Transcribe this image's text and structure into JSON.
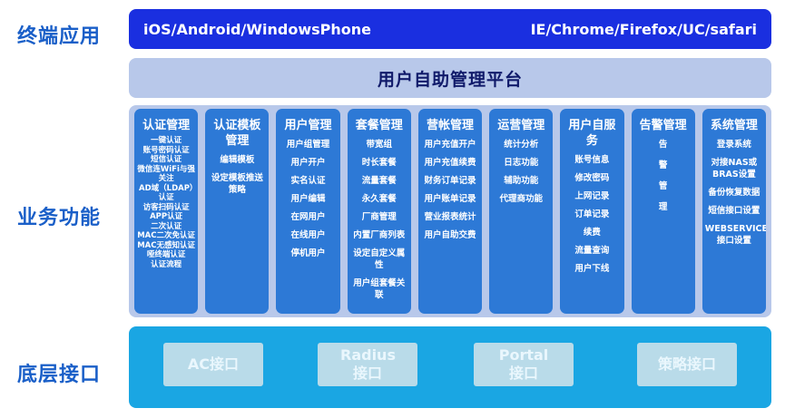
{
  "side_labels": {
    "terminal": "终端应用",
    "business": "业务功能",
    "bottom": "底层接口"
  },
  "terminal": {
    "left": "iOS/Android/WindowsPhone",
    "right": "IE/Chrome/Firefox/UC/safari"
  },
  "platform": {
    "title": "用户自助管理平台"
  },
  "modules": [
    {
      "title": "认证管理",
      "items": [
        "一键认证",
        "账号密码认证",
        "短信认证",
        "微信连WiFi与强关注",
        "AD域（LDAP）认证",
        "访客扫码认证",
        "APP认证",
        "二次认证",
        "MAC二次免认证",
        "MAC无感知认证",
        "哑终端认证",
        "认证流程"
      ]
    },
    {
      "title": "认证模板管理",
      "items": [
        "编辑模板",
        "设定模板推送策略"
      ]
    },
    {
      "title": "用户管理",
      "items": [
        "用户组管理",
        "用户开户",
        "实名认证",
        "用户编辑",
        "在网用户",
        "在线用户",
        "停机用户"
      ]
    },
    {
      "title": "套餐管理",
      "items": [
        "带宽组",
        "时长套餐",
        "流量套餐",
        "永久套餐",
        "厂商管理",
        "内置厂商列表",
        "设定自定义属性",
        "用户组套餐关联"
      ]
    },
    {
      "title": "营帐管理",
      "items": [
        "用户充值开户",
        "用户充值续费",
        "财务订单记录",
        "用户账单记录",
        "营业报表统计",
        "用户自助交费"
      ]
    },
    {
      "title": "运营管理",
      "items": [
        "统计分析",
        "日志功能",
        "辅助功能",
        "代理商功能"
      ]
    },
    {
      "title": "用户自服务",
      "items": [
        "账号信息",
        "修改密码",
        "上网记录",
        "订单记录",
        "续费",
        "流量查询",
        "用户下线"
      ]
    },
    {
      "title": "告警管理",
      "items": [
        "告",
        "警",
        "管",
        "理"
      ]
    },
    {
      "title": "系统管理",
      "items": [
        "登录系统",
        "对接NAS或BRAS设置",
        "备份恢复数据",
        "短信接口设置",
        "WEBSERVICE接口设置"
      ]
    }
  ],
  "interfaces": {
    "ac": "AC接口",
    "radius": "Radius接口",
    "portal": "Portal接口",
    "policy": "策略接口"
  },
  "colors": {
    "label": "#1a5fc8",
    "terminal_bar": "#1a2fe0",
    "platform": "#b8c8ea",
    "module": "#2d79d6",
    "bottom": "#1aa6e3",
    "interface": "#b9dbe9"
  }
}
